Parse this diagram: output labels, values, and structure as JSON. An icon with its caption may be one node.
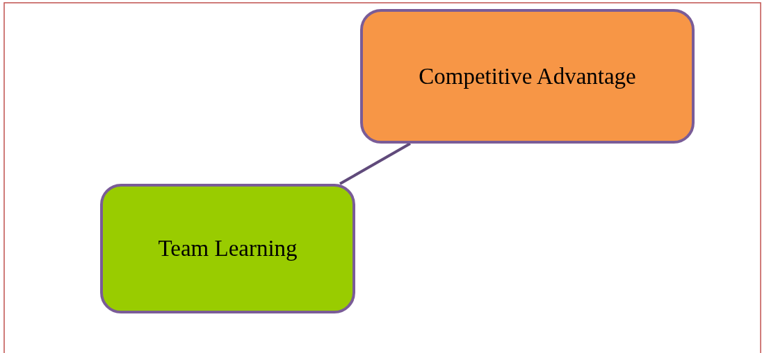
{
  "diagram": {
    "nodes": [
      {
        "text": [
          "Competitive Advantage"
        ]
      },
      {
        "text": [
          "Team Learning"
        ]
      }
    ],
    "edges": [
      {
        "from": 0,
        "to": 1,
        "arrow": "none"
      }
    ]
  }
}
